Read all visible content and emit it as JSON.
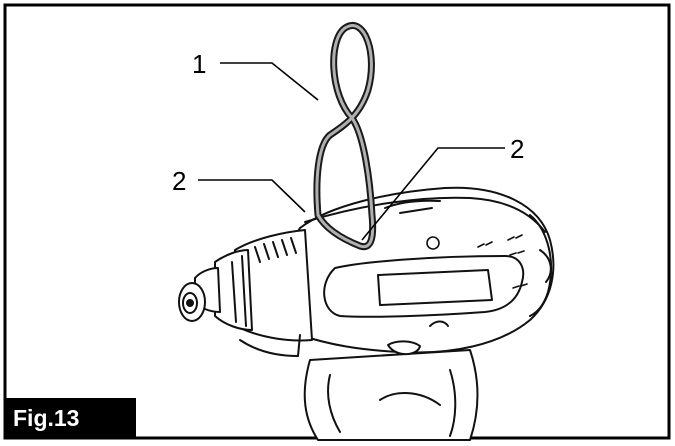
{
  "figure": {
    "tag": "Fig.13",
    "callouts": [
      "1",
      "2",
      "2"
    ]
  },
  "colors": {
    "frame": "#000000",
    "tag_background": "#000000",
    "tag_text": "#ffffff",
    "hook_outline": "#1a1a1a",
    "hook_fill": "#b0b0b0",
    "tool_stroke": "#111111",
    "tool_fill": "#ffffff"
  }
}
